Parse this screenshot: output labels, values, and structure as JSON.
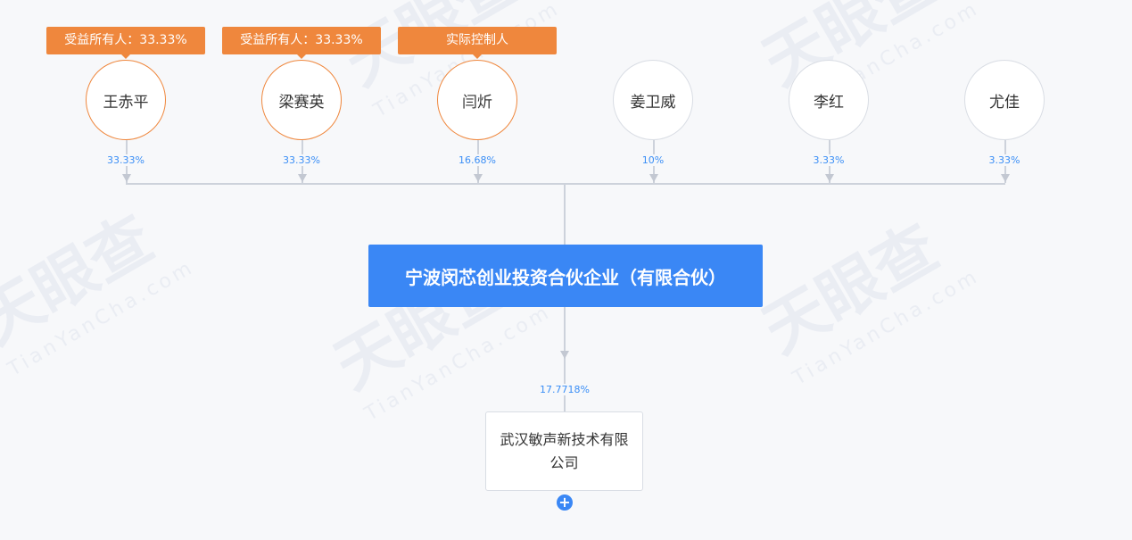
{
  "watermark": {
    "brand": "天眼查",
    "url": "TianYanCha.com"
  },
  "shareholders": [
    {
      "name": "王赤平",
      "percent": "33.33%",
      "tag": "受益所有人：33.33%",
      "highlight": true
    },
    {
      "name": "梁赛英",
      "percent": "33.33%",
      "tag": "受益所有人：33.33%",
      "highlight": true
    },
    {
      "name": "闫炘",
      "percent": "16.68%",
      "tag": "实际控制人",
      "highlight": true
    },
    {
      "name": "姜卫威",
      "percent": "10%",
      "tag": null,
      "highlight": false
    },
    {
      "name": "李红",
      "percent": "3.33%",
      "tag": null,
      "highlight": false
    },
    {
      "name": "尤佳",
      "percent": "3.33%",
      "tag": null,
      "highlight": false
    }
  ],
  "main_entity": {
    "name": "宁波闵芯创业投资合伙企业（有限合伙）"
  },
  "investment": {
    "percent": "17.7718%",
    "company": "武汉敏声新技术有限公司"
  },
  "colors": {
    "accent": "#3a87f5",
    "tag": "#ef873d",
    "percent": "#3a8ef6"
  }
}
